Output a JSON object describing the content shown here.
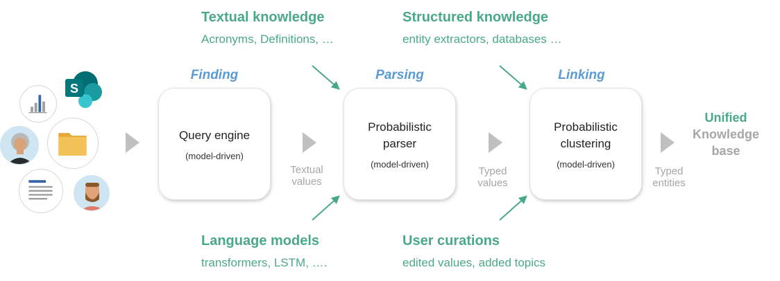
{
  "sources": {
    "textual": {
      "title": "Textual knowledge",
      "examples": "Acronyms, Definitions, …"
    },
    "structured": {
      "title": "Structured knowledge",
      "examples": "entity extractors, databases …"
    },
    "language": {
      "title": "Language models",
      "examples": "transformers, LSTM, …."
    },
    "curations": {
      "title": "User curations",
      "examples": "edited values, added topics"
    }
  },
  "stages": {
    "finding": {
      "label": "Finding",
      "box_title_1": "Query engine",
      "box_title_2": "",
      "box_sub": "(model-driven)"
    },
    "parsing": {
      "label": "Parsing",
      "box_title_1": "Probabilistic",
      "box_title_2": "parser",
      "box_sub": "(model-driven)"
    },
    "linking": {
      "label": "Linking",
      "box_title_1": "Probabilistic",
      "box_title_2": "clustering",
      "box_sub": "(model-driven)"
    }
  },
  "flows": {
    "textual_values": {
      "line1": "Textual",
      "line2": "values"
    },
    "typed_values": {
      "line1": "Typed",
      "line2": "values"
    },
    "typed_entities": {
      "line1": "Typed",
      "line2": "entities"
    }
  },
  "output": {
    "line1": "Unified",
    "line2": "Knowledge",
    "line3": "base"
  },
  "icons": [
    "chart-icon",
    "sharepoint-icon",
    "user-avatar-icon",
    "folder-icon",
    "document-icon",
    "user-avatar-icon"
  ],
  "colors": {
    "green": "#4aa88a",
    "blue": "#5b9bd5",
    "gray_text": "#a6a6a6",
    "chevron": "#c0c0c0",
    "sharepoint": "#038387"
  }
}
